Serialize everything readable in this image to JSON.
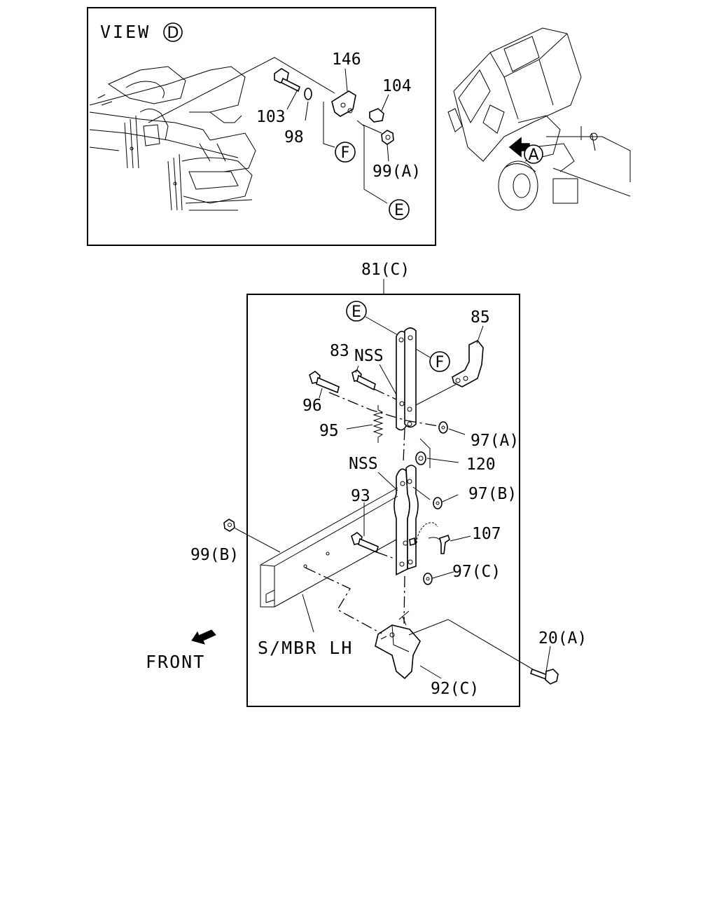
{
  "view_box": {
    "title": "VIEW",
    "title_marker": "D",
    "labels": {
      "p146": "146",
      "p104": "104",
      "p103": "103",
      "p98": "98",
      "p99a": "99(A)"
    },
    "markers": {
      "f": "F",
      "e": "E"
    }
  },
  "truck_inset": {
    "marker": "A"
  },
  "main_box": {
    "assembly_label": "81(C)",
    "markers": {
      "e": "E",
      "f": "F"
    },
    "labels": {
      "p85": "85",
      "p83": "83",
      "nss_upper": "NSS",
      "p96": "96",
      "p95": "95",
      "p97a": "97(A)",
      "p120": "120",
      "nss_lower": "NSS",
      "p97b": "97(B)",
      "p93": "93",
      "p107": "107",
      "p99b": "99(B)",
      "p97c": "97(C)",
      "smbr": "S/MBR  LH",
      "p92c": "92(C)"
    }
  },
  "outside": {
    "p20a": "20(A)",
    "front": "FRONT"
  }
}
